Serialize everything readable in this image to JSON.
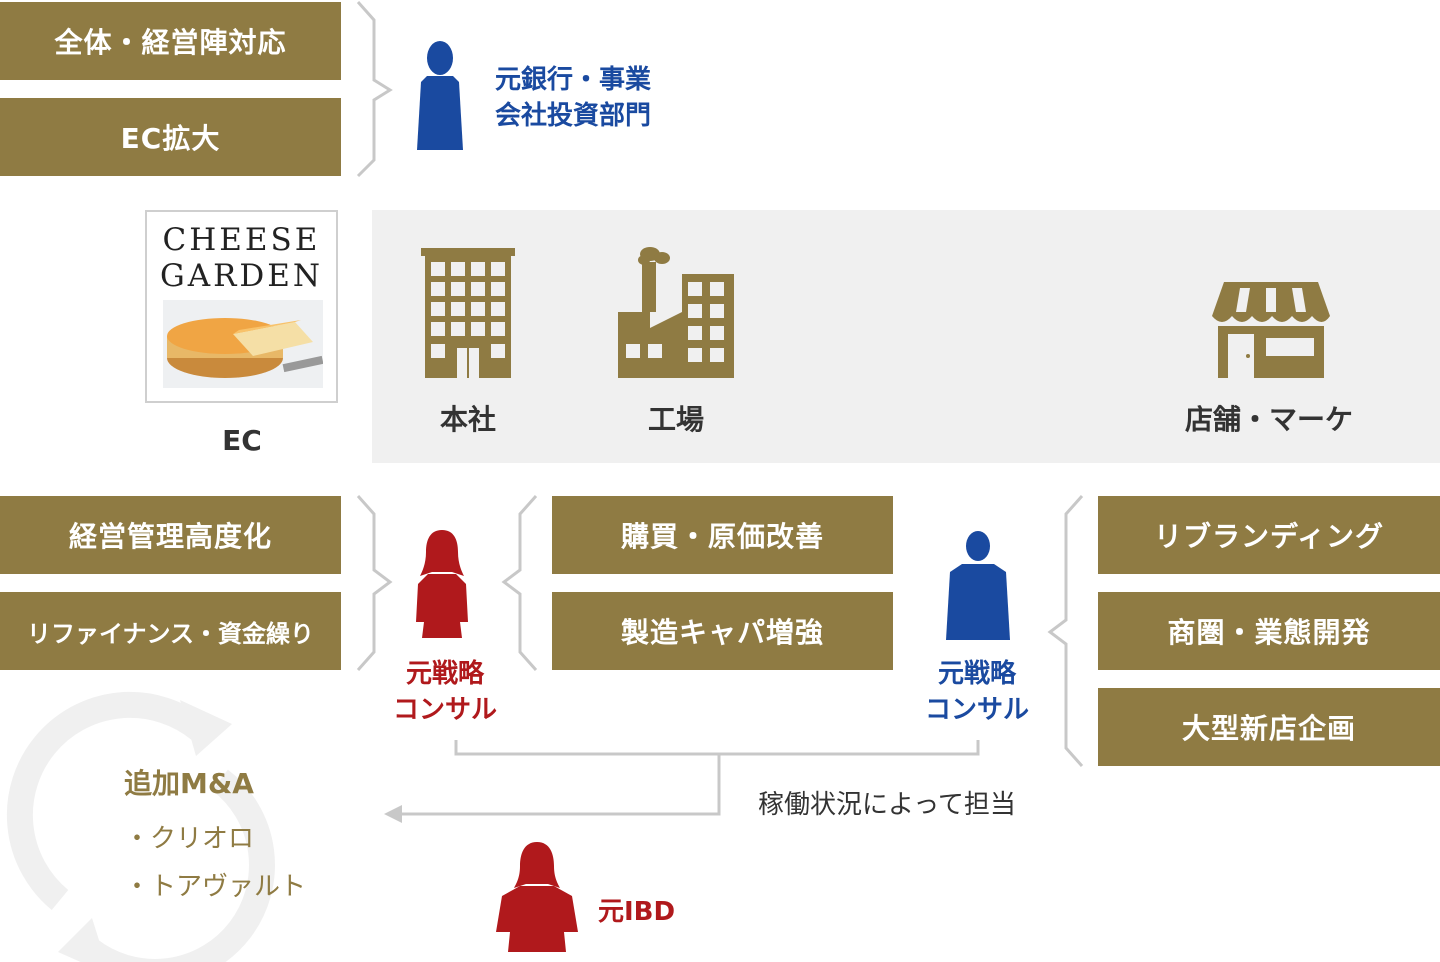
{
  "top_left": {
    "box1": "全体・経営陣対応",
    "box2": "EC拡大"
  },
  "top_person": {
    "label_line1": "元銀行・事業",
    "label_line2": "会社投資部門"
  },
  "ec": {
    "logo_line1": "CHEESE",
    "logo_line2": "GARDEN",
    "label": "EC"
  },
  "band": {
    "headquarters": "本社",
    "factory": "工場",
    "store": "店舗・マーケ"
  },
  "bottom_left": {
    "box1": "経営管理高度化",
    "box2": "リファイナンス・資金繰り"
  },
  "middle": {
    "box1": "購買・原価改善",
    "box2": "製造キャパ増強"
  },
  "bottom_right": {
    "box1": "リブランディング",
    "box2": "商圏・業態開発",
    "box3": "大型新店企画"
  },
  "consultant_red": {
    "line1": "元戦略",
    "line2": "コンサル"
  },
  "consultant_blue": {
    "line1": "元戦略",
    "line2": "コンサル"
  },
  "assignment_note": "稼働状況によって担当",
  "ma": {
    "title": "追加M&A",
    "item1": "・クリオロ",
    "item2": "・トアヴァルト"
  },
  "ibd_person": {
    "label": "元IBD"
  },
  "colors": {
    "gold": "#8f7b43",
    "blue": "#1a4aa0",
    "red": "#b0191c",
    "band": "#f0f0f0",
    "bracket": "#c8c8c8"
  }
}
